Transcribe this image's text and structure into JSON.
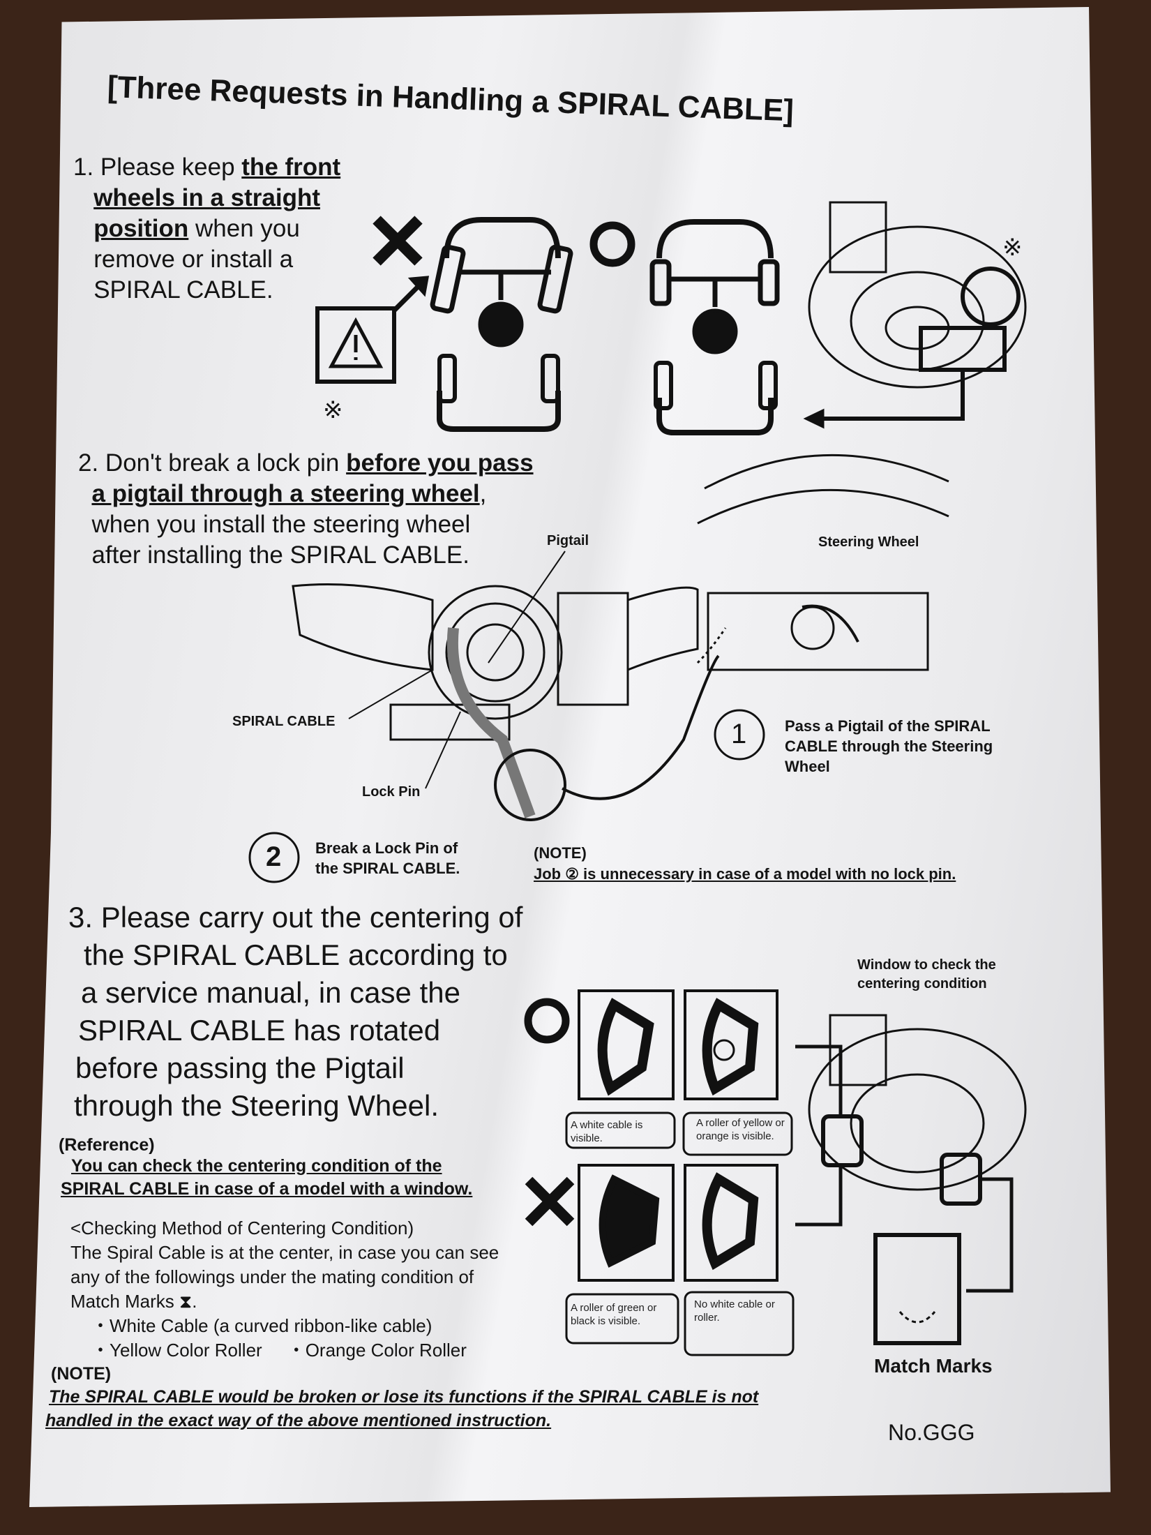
{
  "title": "[Three Requests in Handling a SPIRAL CABLE]",
  "item1": {
    "prefix": "1. Please keep ",
    "emph1": "the front",
    "emph2": "wheels in a straight",
    "emph3": "position",
    "rest1": " when you",
    "line4": "remove or install a",
    "line5": "SPIRAL CABLE."
  },
  "symbols": {
    "ng": "✕",
    "ok": "○",
    "note_mark": "※"
  },
  "item2": {
    "prefix": "2. Don't break a lock pin ",
    "emph1": "before you pass",
    "emph2": "a pigtail  through a steering wheel",
    "comma": ",",
    "line3": "when you install the steering wheel",
    "line4": "after installing the SPIRAL CABLE."
  },
  "labels": {
    "pigtail": "Pigtail",
    "steering_wheel": "Steering Wheel",
    "spiral_cable": "SPIRAL CABLE",
    "lock_pin": "Lock Pin",
    "window_check": "Window to check the centering condition",
    "match_marks": "Match Marks"
  },
  "steps": [
    {
      "number": "1",
      "text": "Pass a Pigtail of the SPIRAL CABLE through the Steering Wheel"
    },
    {
      "number": "2",
      "text": "Break a Lock Pin of the SPIRAL CABLE."
    }
  ],
  "note2": {
    "heading": "(NOTE)",
    "text": "Job ② is unnecessary in case of a model with no lock pin."
  },
  "item3": {
    "lines": [
      "3. Please carry out the centering of",
      "the SPIRAL CABLE according to",
      "a service manual, in case the",
      "SPIRAL CABLE has rotated",
      "before passing the Pigtail",
      "through the Steering Wheel."
    ]
  },
  "callouts": {
    "white_cable": "A  white cable is visible.",
    "yellow_roller": "A roller  of yellow or orange is visible.",
    "green_roller": "A roller of green or black is visible.",
    "no_cable": "No white cable or roller."
  },
  "reference": {
    "heading": "(Reference)",
    "line1": "You can check the centering condition of the",
    "line2": "SPIRAL CABLE in case of a model with a window."
  },
  "checking": {
    "heading": "<Checking Method of Centering Condition)",
    "lines": [
      "The Spiral Cable is at the center, in case you can see",
      "any of the followings under the mating condition of",
      "Match Marks ⧗."
    ],
    "bullets": [
      "・White Cable (a curved ribbon-like cable)",
      "・Yellow Color Roller",
      "・Orange Color Roller"
    ]
  },
  "final_note": {
    "heading": "(NOTE)",
    "line1": "The SPIRAL CABLE would be broken or lose its functions if the SPIRAL CABLE is not",
    "line2": "handled in the exact way of the above mentioned instruction."
  },
  "doc_number": "No.GGG"
}
